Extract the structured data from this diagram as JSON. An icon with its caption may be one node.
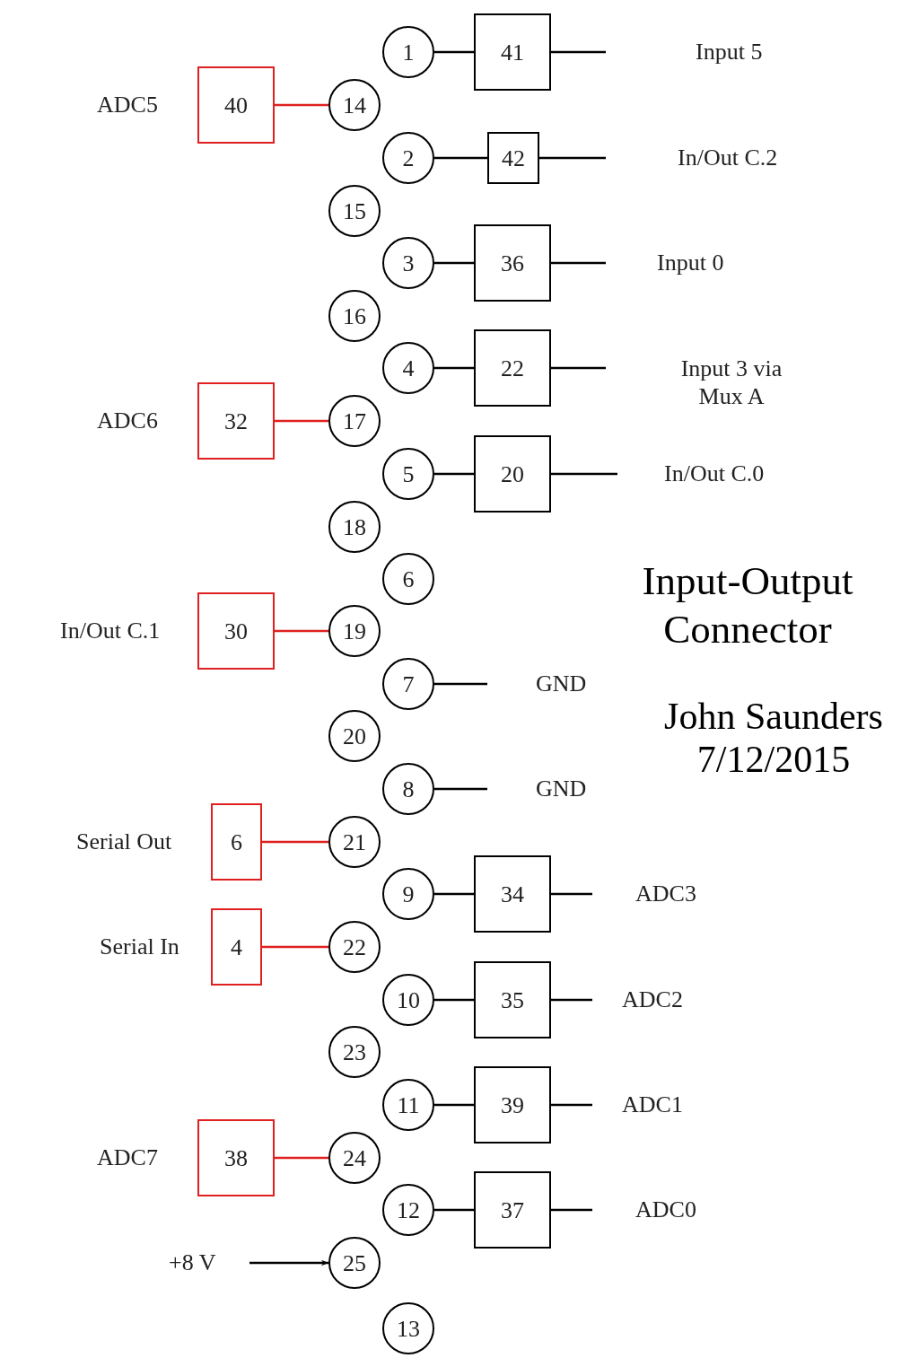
{
  "diagram": {
    "title": "Input-Output Connector",
    "nodes": [
      {
        "text": [
          "1"
        ]
      },
      {
        "text": [
          "41"
        ]
      },
      {
        "text": [
          "40"
        ]
      },
      {
        "text": [
          "14"
        ]
      },
      {
        "text": [
          "2"
        ]
      },
      {
        "text": [
          "42"
        ]
      },
      {
        "text": [
          "15"
        ]
      },
      {
        "text": [
          "3"
        ]
      },
      {
        "text": [
          "36"
        ]
      },
      {
        "text": [
          "16"
        ]
      },
      {
        "text": [
          "4"
        ]
      },
      {
        "text": [
          "22"
        ]
      },
      {
        "text": [
          "32"
        ]
      },
      {
        "text": [
          "17"
        ]
      },
      {
        "text": [
          "5"
        ]
      },
      {
        "text": [
          "20"
        ]
      },
      {
        "text": [
          "18"
        ]
      },
      {
        "text": [
          "6"
        ]
      },
      {
        "text": [
          "30"
        ]
      },
      {
        "text": [
          "19"
        ]
      },
      {
        "text": [
          "7"
        ]
      },
      {
        "text": [
          "20"
        ]
      },
      {
        "text": [
          "8"
        ]
      },
      {
        "text": [
          "6"
        ]
      },
      {
        "text": [
          "21"
        ]
      },
      {
        "text": [
          "9"
        ]
      },
      {
        "text": [
          "34"
        ]
      },
      {
        "text": [
          "4"
        ]
      },
      {
        "text": [
          "22"
        ]
      },
      {
        "text": [
          "10"
        ]
      },
      {
        "text": [
          "35"
        ]
      },
      {
        "text": [
          "23"
        ]
      },
      {
        "text": [
          "11"
        ]
      },
      {
        "text": [
          "39"
        ]
      },
      {
        "text": [
          "38"
        ]
      },
      {
        "text": [
          "24"
        ]
      },
      {
        "text": [
          "12"
        ]
      },
      {
        "text": [
          "37"
        ]
      },
      {
        "text": [
          "25"
        ]
      },
      {
        "text": [
          "13"
        ]
      }
    ],
    "edges": [
      {
        "from": 0,
        "to": 1,
        "arrow": "none"
      },
      {
        "from": 1,
        "to": null,
        "arrow": "none"
      },
      {
        "from": 2,
        "to": 3,
        "arrow": "none",
        "color": "#e02020"
      },
      {
        "from": 4,
        "to": 5,
        "arrow": "none"
      },
      {
        "from": 5,
        "to": null,
        "arrow": "none"
      },
      {
        "from": 7,
        "to": 8,
        "arrow": "none"
      },
      {
        "from": 8,
        "to": null,
        "arrow": "none"
      },
      {
        "from": 10,
        "to": 11,
        "arrow": "none"
      },
      {
        "from": 11,
        "to": null,
        "arrow": "none"
      },
      {
        "from": 12,
        "to": 13,
        "arrow": "none",
        "color": "#e02020"
      },
      {
        "from": 14,
        "to": 15,
        "arrow": "none"
      },
      {
        "from": 15,
        "to": null,
        "arrow": "none"
      },
      {
        "from": 18,
        "to": 19,
        "arrow": "none",
        "color": "#e02020"
      },
      {
        "from": 20,
        "to": null,
        "arrow": "none"
      },
      {
        "from": 22,
        "to": null,
        "arrow": "none"
      },
      {
        "from": 23,
        "to": 24,
        "arrow": "none",
        "color": "#e02020"
      },
      {
        "from": 25,
        "to": 26,
        "arrow": "none"
      },
      {
        "from": 26,
        "to": null,
        "arrow": "none"
      },
      {
        "from": 27,
        "to": 28,
        "arrow": "none",
        "color": "#e02020"
      },
      {
        "from": 29,
        "to": 30,
        "arrow": "none"
      },
      {
        "from": 30,
        "to": null,
        "arrow": "none"
      },
      {
        "from": 32,
        "to": 33,
        "arrow": "none"
      },
      {
        "from": 33,
        "to": null,
        "arrow": "none"
      },
      {
        "from": 34,
        "to": 35,
        "arrow": "none",
        "color": "#e02020"
      },
      {
        "from": 36,
        "to": 37,
        "arrow": "none"
      },
      {
        "from": 37,
        "to": null,
        "arrow": "none"
      },
      {
        "from": null,
        "to": 38,
        "arrow": "to"
      }
    ],
    "labels": [
      "Input 5",
      "ADC5",
      "In/Out C.2",
      "Input 0",
      "Input 3 via Mux A",
      "ADC6",
      "In/Out C.0",
      "In/Out C.1",
      "GND",
      "John Saunders 7/12/2015",
      "GND",
      "Serial Out",
      "ADC3",
      "Serial In",
      "ADC2",
      "ADC1",
      "ADC7",
      "ADC0",
      "+8 V"
    ]
  }
}
